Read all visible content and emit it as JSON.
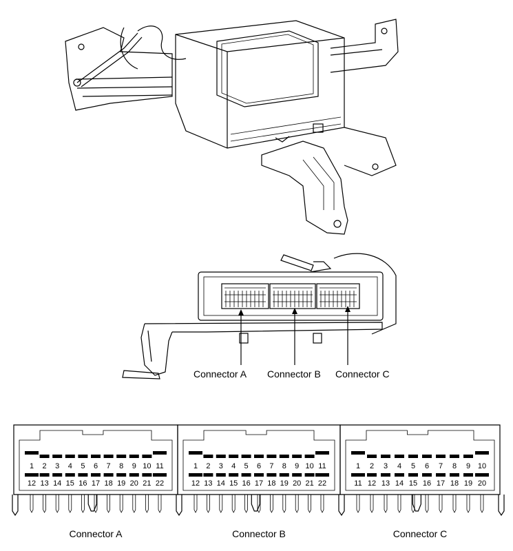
{
  "callouts": {
    "a": "Connector A",
    "b": "Connector B",
    "c": "Connector C"
  },
  "connectors": [
    {
      "name": "Connector A",
      "top_pins": [
        "1",
        "2",
        "3",
        "4",
        "5",
        "6",
        "7",
        "8",
        "9",
        "10",
        "11"
      ],
      "bottom_pins": [
        "12",
        "13",
        "14",
        "15",
        "16",
        "17",
        "18",
        "19",
        "20",
        "21",
        "22"
      ]
    },
    {
      "name": "Connector B",
      "top_pins": [
        "1",
        "2",
        "3",
        "4",
        "5",
        "6",
        "7",
        "8",
        "9",
        "10",
        "11"
      ],
      "bottom_pins": [
        "12",
        "13",
        "14",
        "15",
        "16",
        "17",
        "18",
        "19",
        "20",
        "21",
        "22"
      ]
    },
    {
      "name": "Connector C",
      "top_pins": [
        "1",
        "2",
        "3",
        "4",
        "5",
        "6",
        "7",
        "8",
        "9",
        "10"
      ],
      "bottom_pins": [
        "11",
        "12",
        "13",
        "14",
        "15",
        "16",
        "17",
        "18",
        "19",
        "20"
      ]
    }
  ]
}
